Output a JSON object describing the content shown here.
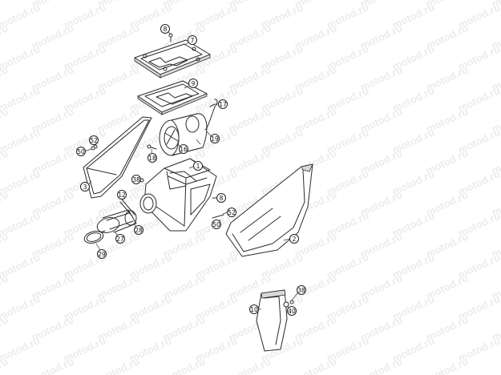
{
  "watermark": "motod.ru",
  "callouts": [
    {
      "id": "c8a",
      "label": "8"
    },
    {
      "id": "c7",
      "label": "7"
    },
    {
      "id": "c9",
      "label": "9"
    },
    {
      "id": "c17",
      "label": "17"
    },
    {
      "id": "c52a",
      "label": "52"
    },
    {
      "id": "c50a",
      "label": "50"
    },
    {
      "id": "c16",
      "label": "16"
    },
    {
      "id": "c19",
      "label": "19"
    },
    {
      "id": "c18",
      "label": "18"
    },
    {
      "id": "c1",
      "label": "1"
    },
    {
      "id": "c38a",
      "label": "38"
    },
    {
      "id": "c3",
      "label": "3"
    },
    {
      "id": "c12",
      "label": "12"
    },
    {
      "id": "c8b",
      "label": "8"
    },
    {
      "id": "c52b",
      "label": "52"
    },
    {
      "id": "c50b",
      "label": "50"
    },
    {
      "id": "c27",
      "label": "27"
    },
    {
      "id": "c28",
      "label": "28"
    },
    {
      "id": "c29",
      "label": "29"
    },
    {
      "id": "c2",
      "label": "2"
    },
    {
      "id": "c38b",
      "label": "38"
    },
    {
      "id": "c10",
      "label": "10"
    },
    {
      "id": "c40",
      "label": "40"
    }
  ]
}
